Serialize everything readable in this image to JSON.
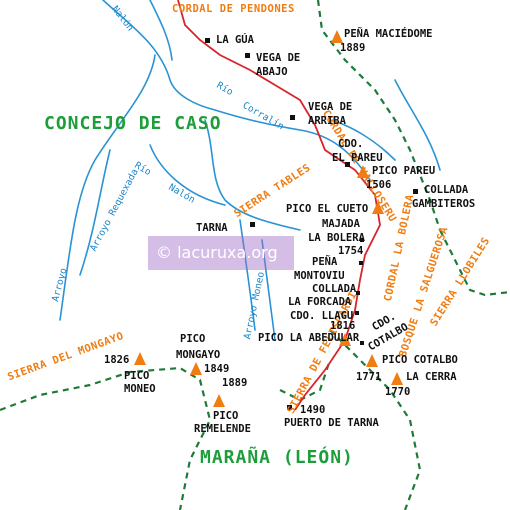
{
  "regions": {
    "concejo": "CONCEJO DE CASO",
    "marana": "MARAÑA (LEÓN)"
  },
  "ranges": {
    "pendones": "CORDAL DE PENDONES",
    "valloseru": "CORDAL DE VALLOSERU",
    "tables": "SIERRA TABLES",
    "bolera": "CORDAL LA BOLERA",
    "salguerosa": "BOSQUE LA SALGUEROSA",
    "llobiles": "SIERRA LLOBILES",
    "mongayo": "SIERRA DEL MONGAYO",
    "felispardi": "SIERRA DE FELISPARDI"
  },
  "rivers": {
    "nalon_top": "Nalón",
    "rio_corralin": "Río",
    "corralin": "Corralín",
    "rio_nalon": "Río",
    "nalon_mid": "Nalón",
    "requexada": "Arroyo Requexada",
    "arroyo_left": "Arroyo",
    "moneo": "Arroyo Moneo"
  },
  "places": {
    "la_gua": "LA GÚA",
    "vega_abajo_1": "VEGA DE",
    "vega_abajo_2": "ABAJO",
    "vega_arriba_1": "VEGA DE",
    "vega_arriba_2": "ARRIBA",
    "pareu_1": "CDO.",
    "pareu_2": "EL PAREU",
    "gambiteros_1": "COLLADA",
    "gambiteros_2": "GAMBITEROS",
    "tarna": "TARNA",
    "majada_1": "MAJADA",
    "majada_2": "LA BOLERA",
    "montoviu_1": "PEÑA",
    "montoviu_2": "MONTOVIU",
    "forcada_1": "COLLADA",
    "forcada_2": "LA FORCADA",
    "llagu": "CDO. LLAGU",
    "cotalbo_1": "CDO.",
    "cotalbo_2": "COTALBO",
    "puerto_tarna": "PUERTO DE TARNA",
    "puerto_tarna_elev": "1490"
  },
  "peaks": {
    "maciedome": {
      "name": "PEÑA MACIÉDOME",
      "elev": "1889"
    },
    "pareu": {
      "name": "PICO PAREU",
      "elev": "1506"
    },
    "cueto": {
      "name": "PICO EL CUETO",
      "elev": "1754"
    },
    "abedular": {
      "name": "PICO LA ABEDULAR",
      "elev": "1816"
    },
    "moneo_1": "PICO",
    "moneo_2": "MONEO",
    "moneo_elev": "1826",
    "mongayo_1": "PICO",
    "mongayo_2": "MONGAYO",
    "mongayo_elev": "1849",
    "remelende_1": "PICO",
    "remelende_2": "REMELENDE",
    "remelende_elev": "1889",
    "cotalbo": {
      "name": "PICO COTALBO",
      "elev": "1771"
    },
    "cerra": {
      "name": "LA CERRA",
      "elev": "1770"
    }
  },
  "watermark": "© lacuruxa.org 2024",
  "colors": {
    "road": "#d8232a",
    "river": "#2a93d5",
    "border": "#1f7a3a",
    "peak": "#f07d12",
    "range": "#f07d12",
    "region": "#1e9e3a"
  }
}
